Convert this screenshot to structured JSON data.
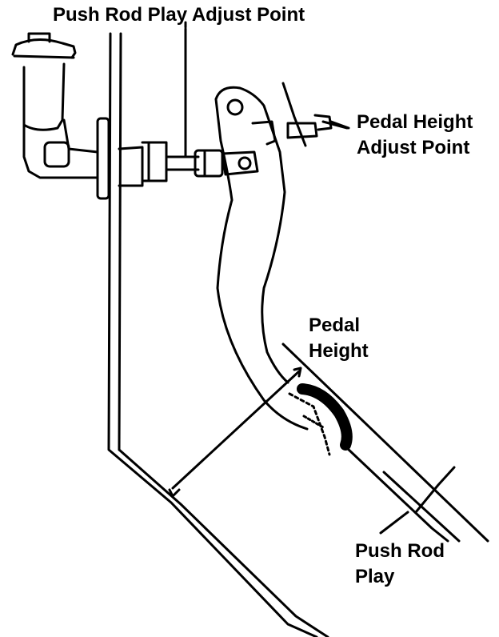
{
  "labels": {
    "push_rod_play_adjust_point": "Push Rod Play Adjust Point",
    "pedal_height_adjust_point_line1": "Pedal Height",
    "pedal_height_adjust_point_line2": "Adjust Point",
    "pedal_height_line1": "Pedal",
    "pedal_height_line2": "Height",
    "push_rod_play_line1": "Push Rod",
    "push_rod_play_line2": "Play"
  },
  "colors": {
    "ink": "#000000",
    "background": "#ffffff"
  }
}
